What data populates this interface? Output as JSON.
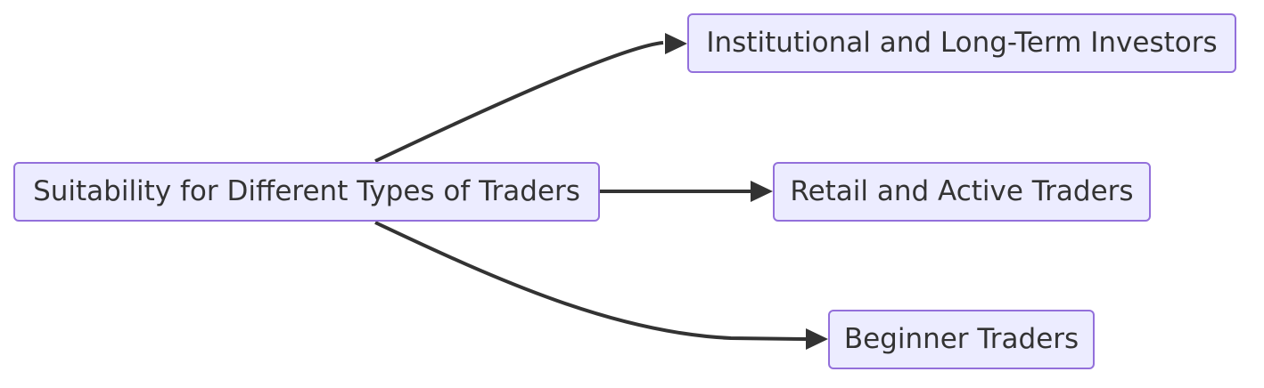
{
  "diagram": {
    "colors": {
      "node_fill": "#ececff",
      "node_border": "#9370db",
      "text": "#333333",
      "edge": "#333333",
      "background": "#ffffff"
    },
    "nodes": {
      "root": {
        "label": "Suitability for Different Types of Traders"
      },
      "institutional": {
        "label": "Institutional and Long-Term Investors"
      },
      "retail": {
        "label": "Retail and Active Traders"
      },
      "beginner": {
        "label": "Beginner Traders"
      }
    },
    "edges": [
      {
        "from": "root",
        "to": "institutional"
      },
      {
        "from": "root",
        "to": "retail"
      },
      {
        "from": "root",
        "to": "beginner"
      }
    ]
  }
}
